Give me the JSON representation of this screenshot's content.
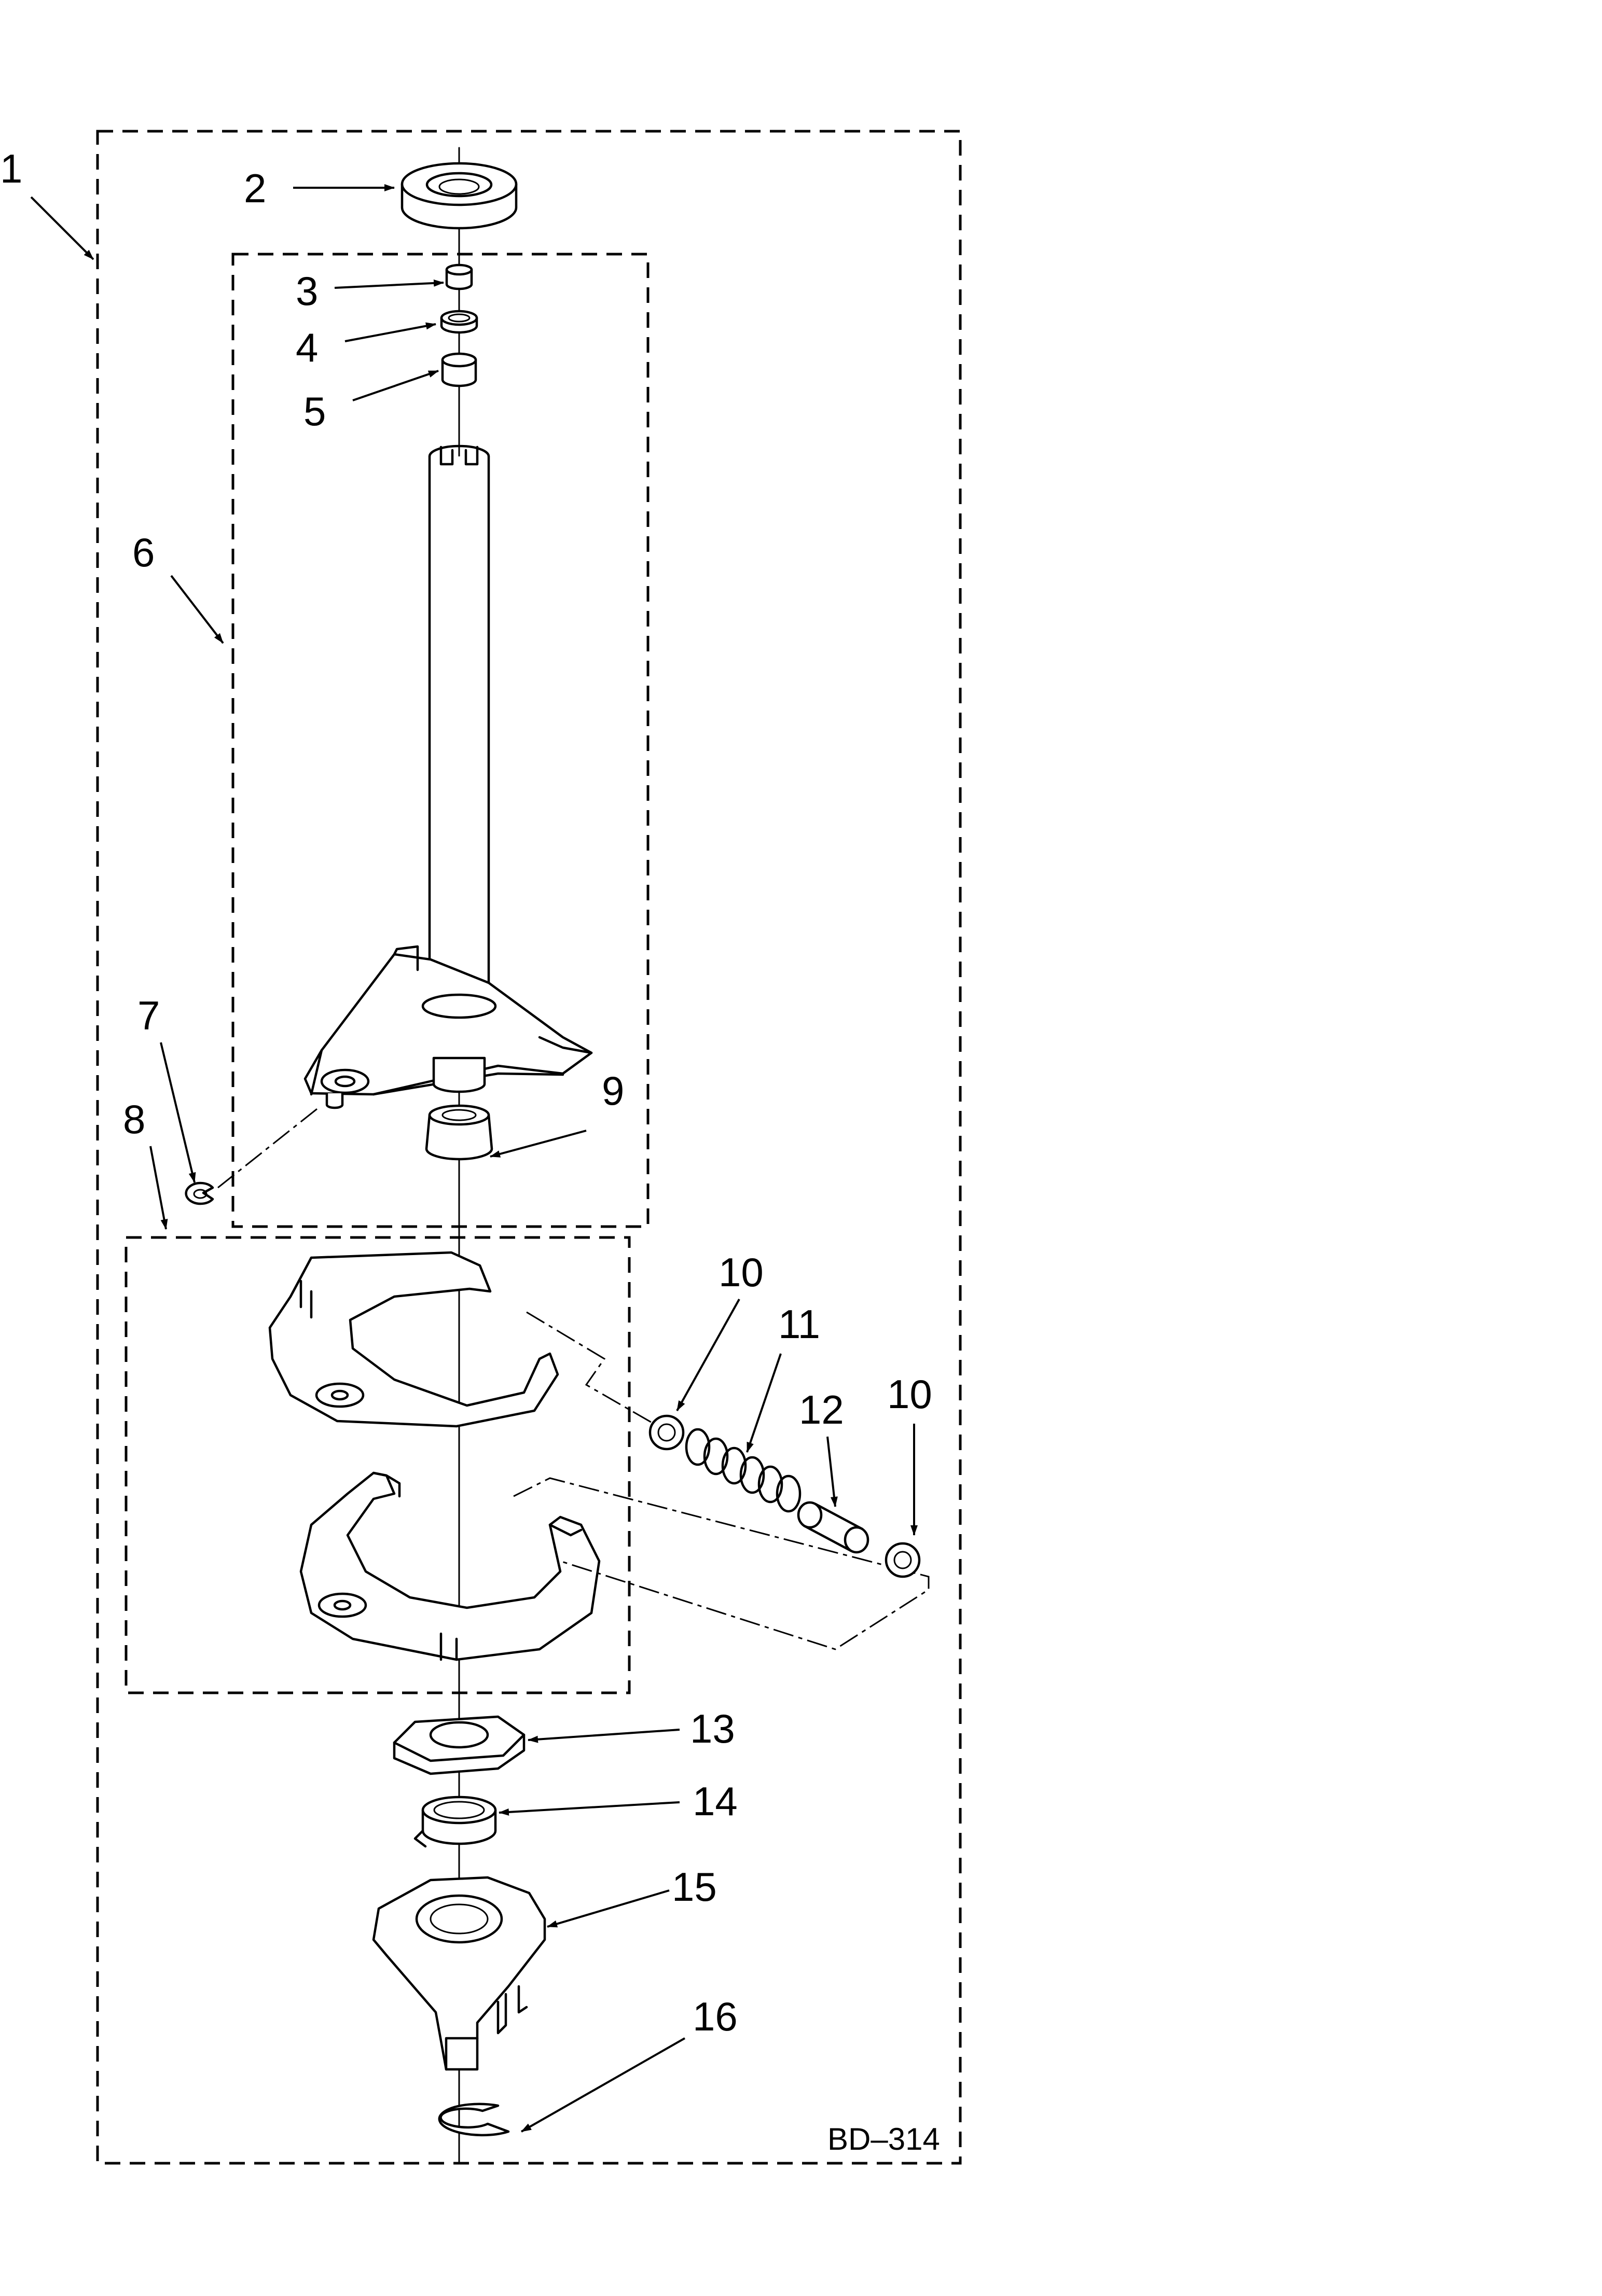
{
  "diagram": {
    "code": "BD–314",
    "labels": {
      "p1": "1",
      "p2": "2",
      "p3": "3",
      "p4": "4",
      "p5": "5",
      "p6": "6",
      "p7": "7",
      "p8": "8",
      "p9": "9",
      "p10a": "10",
      "p10b": "10",
      "p11": "11",
      "p12": "12",
      "p13": "13",
      "p14": "14",
      "p15": "15",
      "p16": "16"
    }
  }
}
